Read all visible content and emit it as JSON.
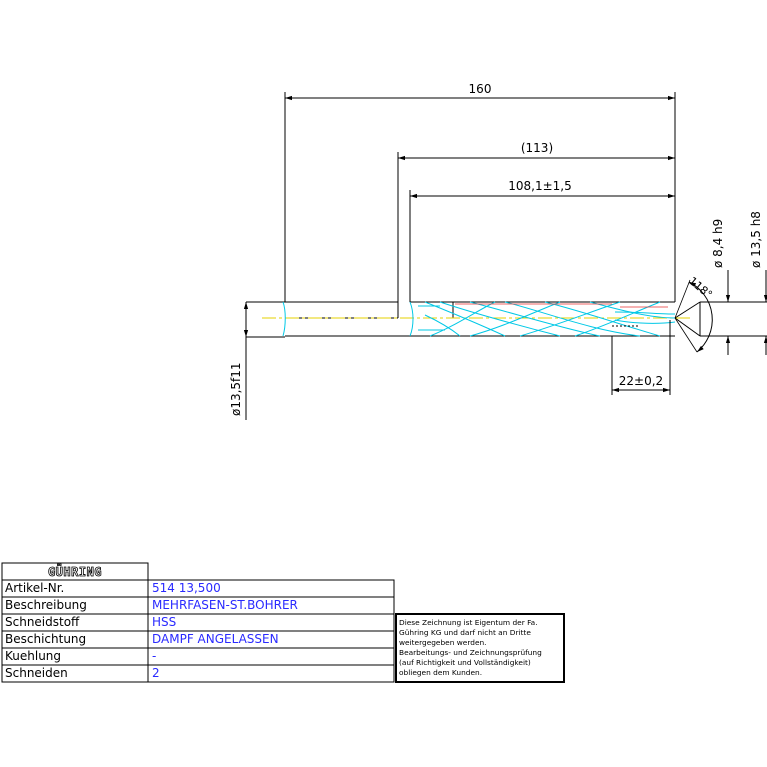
{
  "drawing": {
    "dimensions": {
      "overall_length": "160",
      "flute_ref": "(113)",
      "flute_length": "108,1±1,5",
      "tip_length": "22±0,2",
      "point_angle": "118°",
      "tip_diameter": "ø 8,4 h9",
      "step_diameter": "ø 13,5 h8",
      "shank_diameter": "ø13,5f11"
    },
    "colors": {
      "lines": "#000000",
      "flutes": "#00c8e6",
      "centerline": "#e6d200",
      "accent_red": "#e63030",
      "value_text": "#2a2aff"
    }
  },
  "title_block": {
    "logo": "GÜHRING",
    "rows": [
      {
        "label": "Artikel-Nr.",
        "value": "514 13,500"
      },
      {
        "label": "Beschreibung",
        "value": "MEHRFASEN-ST.BOHRER"
      },
      {
        "label": "Schneidstoff",
        "value": "HSS"
      },
      {
        "label": "Beschichtung",
        "value": "DAMPF ANGELASSEN"
      },
      {
        "label": "Kuehlung",
        "value": "-"
      },
      {
        "label": "Schneiden",
        "value": "2"
      }
    ],
    "note_lines": [
      "Diese Zeichnung ist Eigentum der Fa.",
      "Gühring KG und darf nicht an Dritte",
      "weitergegeben werden.",
      "Bearbeitungs- und Zeichnungsprüfung",
      "(auf Richtigkeit und Vollständigkeit)",
      "obliegen dem Kunden."
    ]
  }
}
